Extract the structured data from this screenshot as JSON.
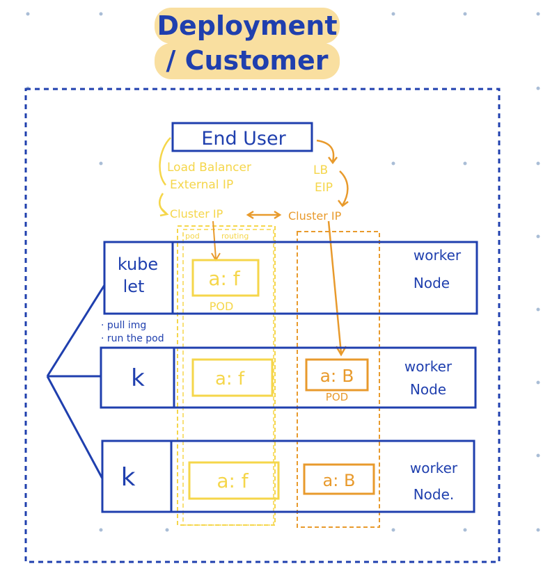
{
  "title": {
    "line1": "Deployment",
    "line2": "/ Customer"
  },
  "end_user": "End User",
  "left_route": {
    "lb_line1": "Load Balancer",
    "lb_line2": "External IP",
    "cluster_ip": "Cluster IP",
    "annotation_pod": "pod",
    "annotation_routing": "routing"
  },
  "right_route": {
    "lb": "LB",
    "eip": "EIP",
    "cluster_ip": "Cluster IP"
  },
  "nodes": [
    {
      "kubelet_line1": "kube",
      "kubelet_line2": "let",
      "pod_a": "a: f",
      "pod_a_caption": "POD",
      "worker_line1": "worker",
      "worker_line2": "Node"
    },
    {
      "kubelet": "k",
      "pod_a": "a: f",
      "pod_b": "a: B",
      "pod_b_caption": "POD",
      "worker_line1": "worker",
      "worker_line2": "Node"
    },
    {
      "kubelet": "k",
      "pod_a": "a: f",
      "pod_b": "a: B",
      "worker_line1": "worker",
      "worker_line2": "Node."
    }
  ],
  "kubelet_notes": {
    "line1": "· pull img",
    "line2": "· run the pod"
  },
  "colors": {
    "blue": "#1f3fae",
    "yellow": "#f5d64a",
    "orange": "#e89a2c",
    "title_bg": "#f9dfa0",
    "dot": "#a9bdd6"
  }
}
